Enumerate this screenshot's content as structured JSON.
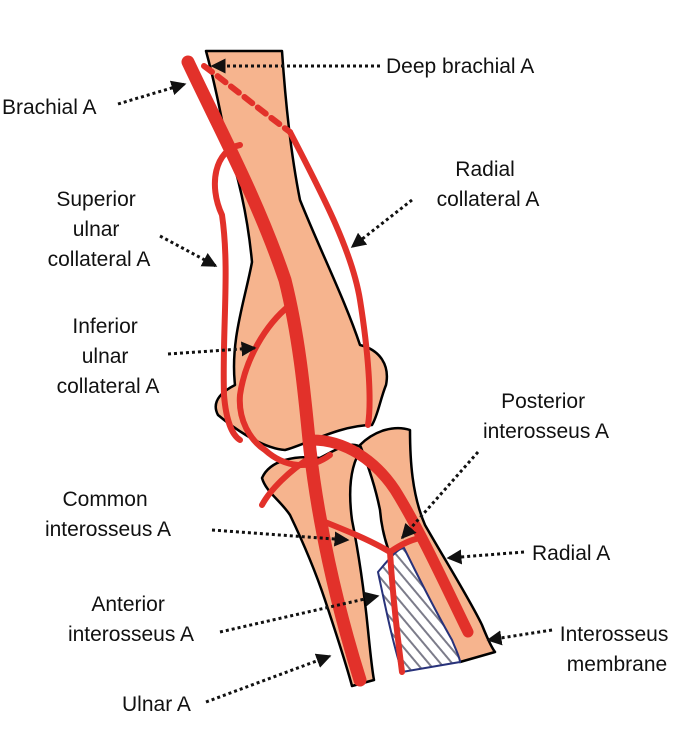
{
  "colors": {
    "bone_fill": "#f6b48e",
    "bone_outline": "#000000",
    "artery": "#e2312a",
    "membrane_hatch": "#7c7c8a",
    "membrane_border": "#28327a",
    "label_text": "#111111"
  },
  "labels": {
    "deep_brachial": "Deep brachial A",
    "brachial": "Brachial A",
    "radial_collateral": [
      "Radial",
      "collateral A"
    ],
    "superior_ulnar_collateral": [
      "Superior",
      "ulnar",
      "collateral A"
    ],
    "inferior_ulnar_collateral": [
      "Inferior",
      "ulnar",
      "collateral A"
    ],
    "posterior_interosseus": [
      "Posterior",
      "interosseus A"
    ],
    "common_interosseus": [
      "Common",
      "interosseus A"
    ],
    "radial": "Radial A",
    "anterior_interosseus": [
      "Anterior",
      "interosseus A"
    ],
    "interosseus_membrane": [
      "Interosseus",
      "membrane"
    ],
    "ulnar": "Ulnar A"
  }
}
